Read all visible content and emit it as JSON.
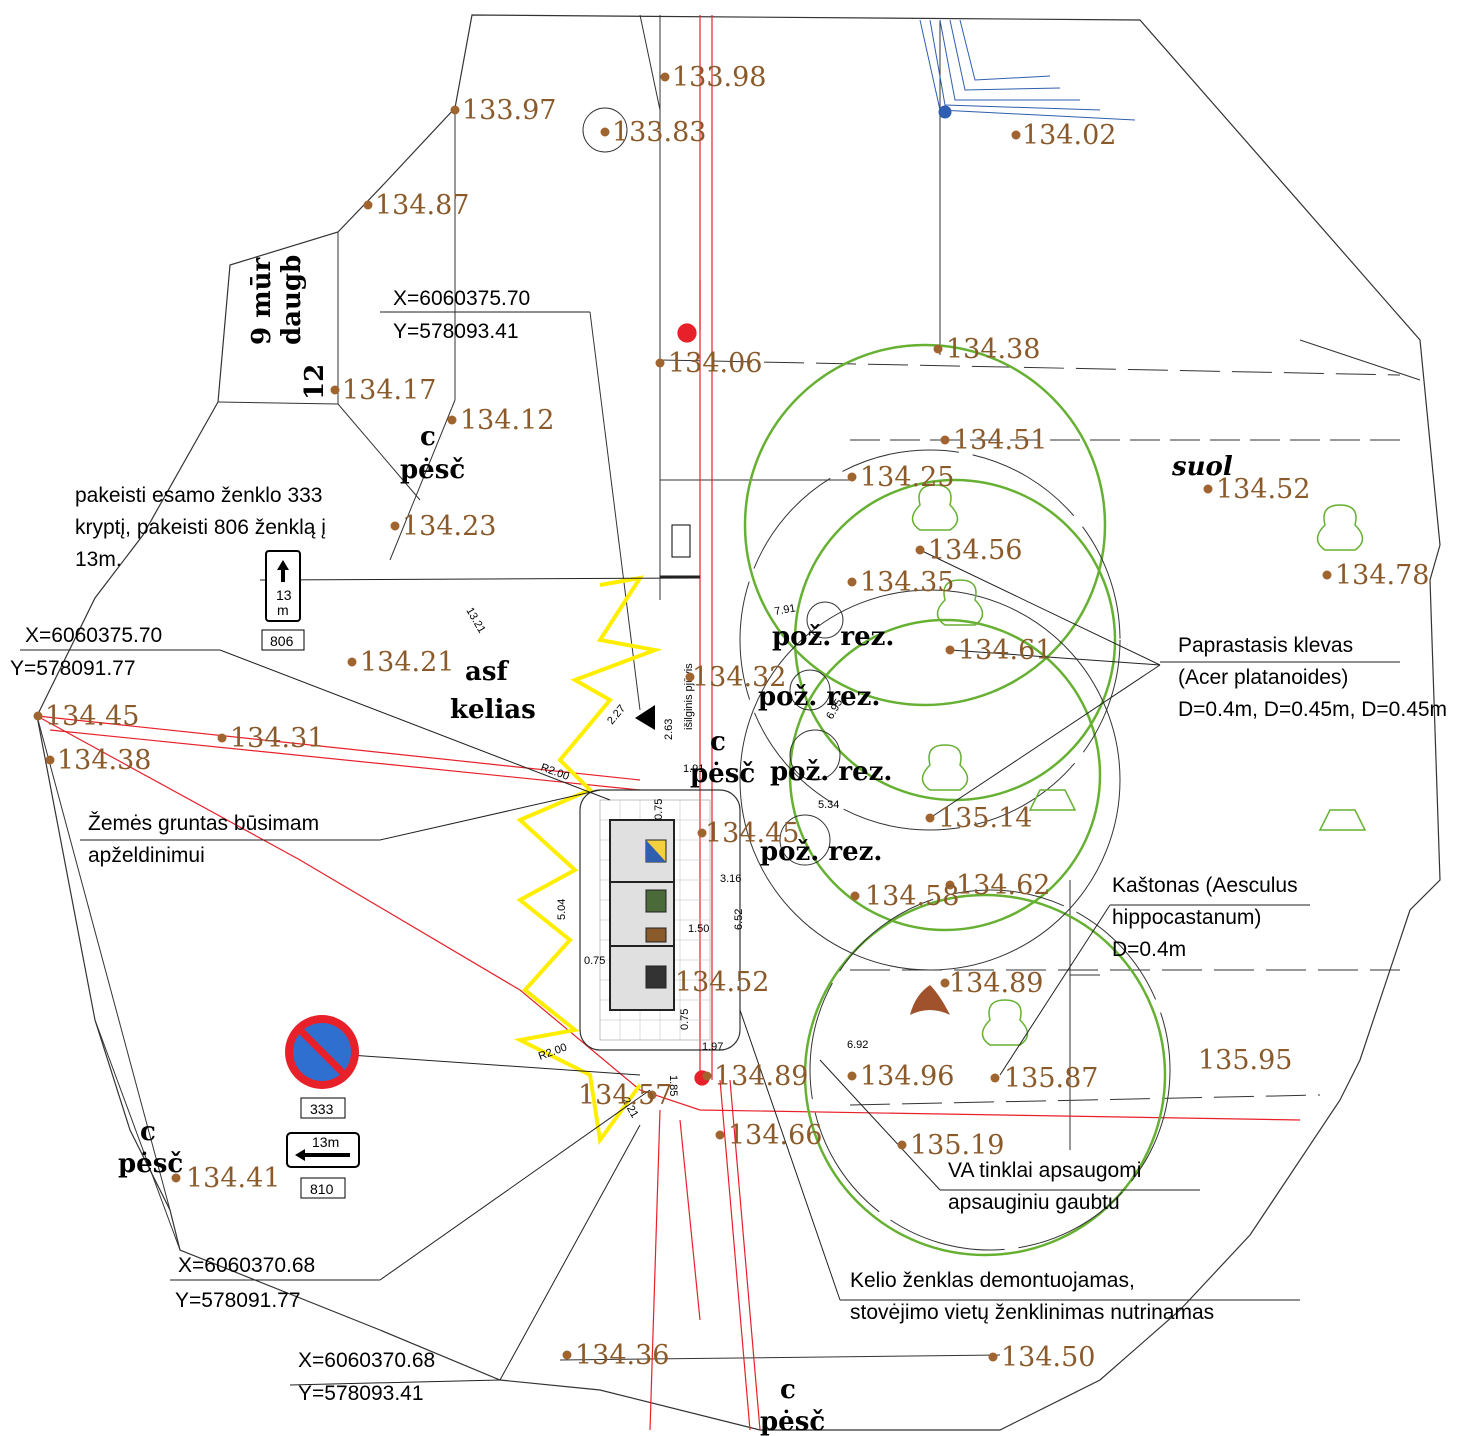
{
  "elevations": [
    {
      "text": "133.98"
    },
    {
      "text": "133.97"
    },
    {
      "text": "133.83"
    },
    {
      "text": "134.02"
    },
    {
      "text": "134.87"
    },
    {
      "text": "134.38"
    },
    {
      "text": "134.06"
    },
    {
      "text": "134.17"
    },
    {
      "text": "134.12"
    },
    {
      "text": "134.51"
    },
    {
      "text": "134.25"
    },
    {
      "text": "134.52"
    },
    {
      "text": "134.23"
    },
    {
      "text": "134.56"
    },
    {
      "text": "134.35"
    },
    {
      "text": "134.78"
    },
    {
      "text": "134.61"
    },
    {
      "text": "134.21"
    },
    {
      "text": "134.32"
    },
    {
      "text": "134.45"
    },
    {
      "text": "134.31"
    },
    {
      "text": "134.38"
    },
    {
      "text": "135.14"
    },
    {
      "text": "134.45"
    },
    {
      "text": "134.58"
    },
    {
      "text": "134.62"
    },
    {
      "text": "134.52"
    },
    {
      "text": "134.89"
    },
    {
      "text": "135.95"
    },
    {
      "text": "134.57"
    },
    {
      "text": "134.89"
    },
    {
      "text": "134.96"
    },
    {
      "text": "135.87"
    },
    {
      "text": "134.66"
    },
    {
      "text": "135.19"
    },
    {
      "text": "134.41"
    },
    {
      "text": "134.36"
    },
    {
      "text": "134.50"
    }
  ],
  "labels": {
    "mur_line1": "9 mūr",
    "mur_line2": "daugb",
    "num12": "12",
    "c": "c",
    "pesc": "pėsč",
    "asf": "asf",
    "kelias": "kelias",
    "suol": "suol",
    "poz_rez": "pož. rez."
  },
  "coords": {
    "c1_x": "X=6060375.70",
    "c1_y": "Y=578093.41",
    "c2_x": "X=6060375.70",
    "c2_y": "Y=578091.77",
    "c3_x": "X=6060370.68",
    "c3_y": "Y=578091.77",
    "c4_x": "X=6060370.68",
    "c4_y": "Y=578093.41"
  },
  "notes": {
    "sign_change_1": "pakeisti esamo ženklo 333",
    "sign_change_2": "kryptį, pakeisti 806 ženklą į",
    "sign_change_3": "13m.",
    "soil_1": "Žemės gruntas būsimam",
    "soil_2": "apželdinimui",
    "maple_1": "Paprastasis klevas",
    "maple_2": "(Acer platanoides)",
    "maple_3": "D=0.4m, D=0.45m, D=0.45m",
    "chestnut_1": "Kaštonas (Aesculus",
    "chestnut_2": "hippocastanum)",
    "chestnut_3": "D=0.4m",
    "va_1": "VA tinklai apsaugomi",
    "va_2": "apsauginiu gaubtu",
    "sign_remove_1": "Kelio ženklas demontuojamas,",
    "sign_remove_2": "stovėjimo vietų ženklinimas nutrinamas"
  },
  "signs": {
    "sign806_dist": "13",
    "sign806_unit": "m",
    "sign806_code": "806",
    "sign333_code": "333",
    "sign810_dist": "13m",
    "sign810_code": "810"
  },
  "dimensions": {
    "d_13_21": "13.21",
    "d_2_27": "2.27",
    "d_r2_top": "R2.00",
    "d_r2_bot": "R2.00",
    "d_2_63": "2.63",
    "d_1_91": "1.91",
    "d_0_75a": "0.75",
    "d_5_04": "5.04",
    "d_0_75b": "0.75",
    "d_3_16": "3.16",
    "d_6_52": "6.52",
    "d_1_50": "1.50",
    "d_0_75c": "0.75",
    "d_1_97": "1.97",
    "d_1_85": "1.85",
    "d_2_21": "2.21",
    "d_7_91": "7.91",
    "d_6_95": "6.95",
    "d_5_34": "5.34",
    "d_6_92": "6.92",
    "d_plyvis": "išilginis pjūvis"
  },
  "colors": {
    "elevation": "#8B5A2B",
    "tree_crown": "#66B032",
    "network": "#E8202A",
    "zone": "#FFEE00",
    "water": "#2F5FAE"
  }
}
